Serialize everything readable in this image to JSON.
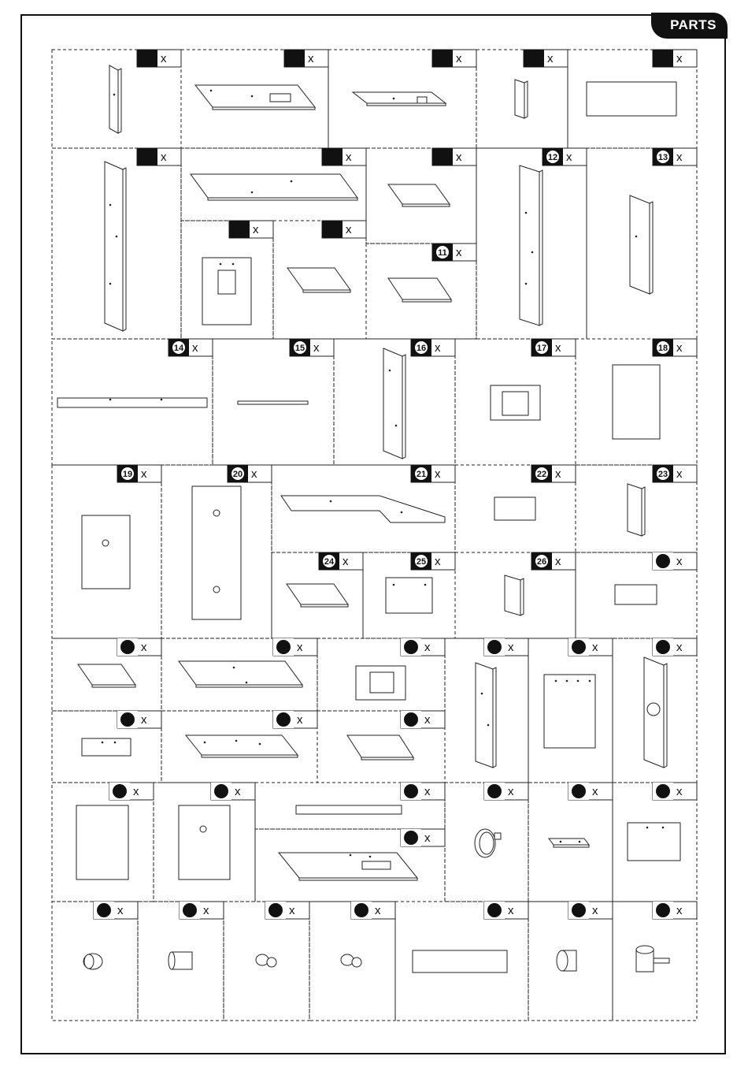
{
  "header": {
    "tab_label": "PARTS"
  },
  "qty_mark": "x",
  "numbered_parts": [
    "11",
    "12",
    "13",
    "14",
    "15",
    "16",
    "17",
    "18",
    "19",
    "20",
    "21",
    "22",
    "23",
    "24",
    "25",
    "26"
  ],
  "colors": {
    "ink": "#111111",
    "paper": "#ffffff"
  }
}
